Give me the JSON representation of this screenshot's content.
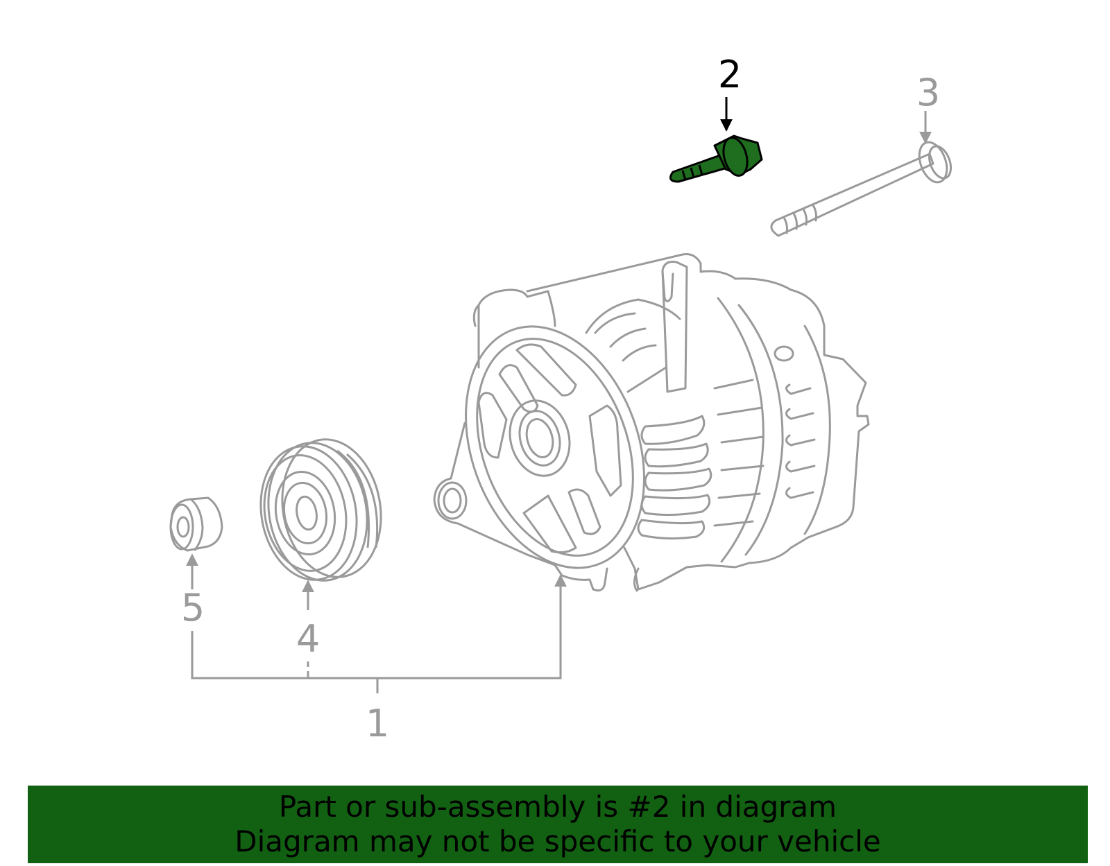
{
  "colors": {
    "outline": "#9a9a9a",
    "highlight_fill": "#1f6e1f",
    "highlight_stroke": "#000000",
    "banner_bg": "#126012",
    "banner_text": "#000000"
  },
  "callouts": {
    "c1": "1",
    "c2": "2",
    "c3": "3",
    "c4": "4",
    "c5": "5"
  },
  "parts": {
    "highlighted_item": "2"
  },
  "banner": {
    "line1": "Part or sub-assembly is #2 in diagram",
    "line2": "Diagram may not be specific to your vehicle"
  }
}
